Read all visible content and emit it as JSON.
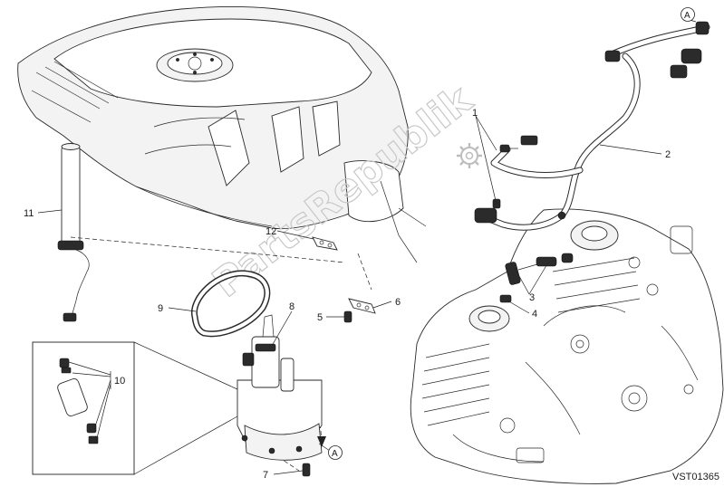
{
  "diagram": {
    "reference_code": "VST01365",
    "watermark_text": "PartsRepublik",
    "callouts": [
      {
        "id": "c1",
        "label": "1"
      },
      {
        "id": "c2",
        "label": "2"
      },
      {
        "id": "c3",
        "label": "3"
      },
      {
        "id": "c4",
        "label": "4"
      },
      {
        "id": "c5",
        "label": "5"
      },
      {
        "id": "c6",
        "label": "6"
      },
      {
        "id": "c7",
        "label": "7"
      },
      {
        "id": "c8",
        "label": "8"
      },
      {
        "id": "c9",
        "label": "9"
      },
      {
        "id": "c10",
        "label": "10"
      },
      {
        "id": "c11",
        "label": "11"
      },
      {
        "id": "c12",
        "label": "12"
      }
    ],
    "connector_markers": [
      {
        "id": "a-top",
        "label": "A"
      },
      {
        "id": "a-bottom",
        "label": "A"
      }
    ]
  }
}
